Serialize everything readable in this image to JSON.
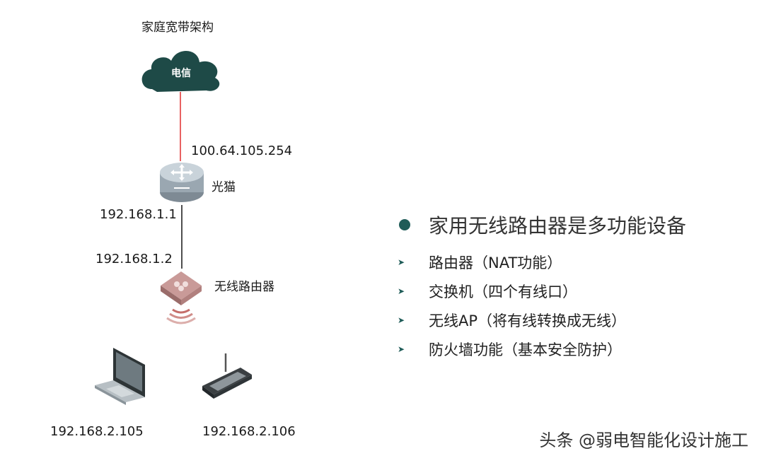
{
  "title": "家庭宽带架构",
  "nodes": {
    "isp": {
      "label": "电信"
    },
    "modem": {
      "label": "光猫",
      "wan_ip": "100.64.105.254",
      "lan_ip": "192.168.1.1"
    },
    "router": {
      "label": "无线路由器",
      "wan_ip": "192.168.1.2"
    },
    "laptop": {
      "ip": "192.168.2.105"
    },
    "handheld": {
      "ip": "192.168.2.106"
    }
  },
  "features": {
    "title": "家用无线路由器是多功能设备",
    "items": [
      "路由器（NAT功能）",
      "交换机（四个有线口）",
      "无线AP（将有线转换成无线）",
      "防火墙功能（基本安全防护）"
    ]
  },
  "watermark": "头条 @弱电智能化设计施工",
  "colors": {
    "cloud": "#1e4a47",
    "wan_link": "#e23b3b",
    "lan_link": "#222222",
    "accent": "#1f5c58"
  }
}
